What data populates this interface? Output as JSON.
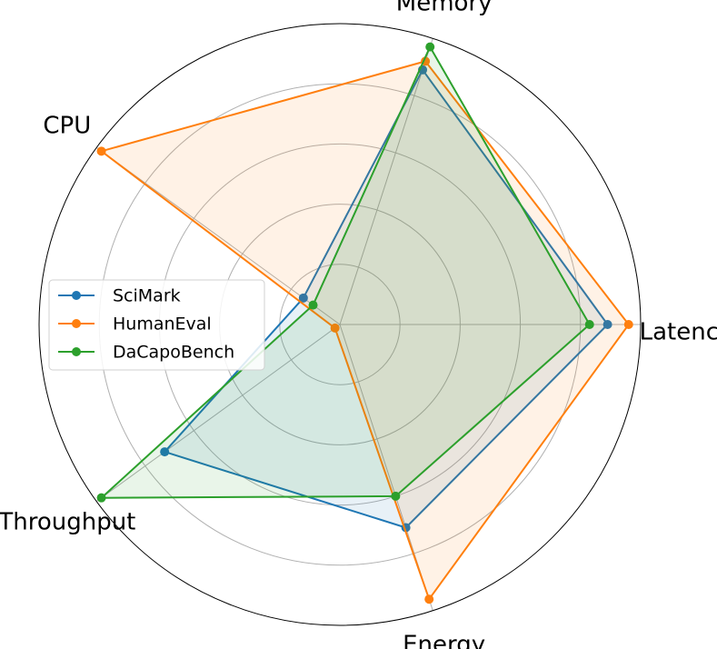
{
  "chart_data": {
    "type": "radar",
    "axes": [
      "Latency",
      "Memory",
      "CPU",
      "Throughput",
      "Energy"
    ],
    "rlim": [
      0,
      1
    ],
    "ticks": [
      0.2,
      0.4,
      0.6,
      0.8,
      1.0
    ],
    "grid": true,
    "legend_position": "center-left",
    "series": [
      {
        "name": "SciMark",
        "values": [
          0.89,
          0.89,
          0.15,
          0.72,
          0.71
        ],
        "color": "#1f77b4"
      },
      {
        "name": "HumanEval",
        "values": [
          0.96,
          0.92,
          0.98,
          0.02,
          0.96
        ],
        "color": "#ff7f0e"
      },
      {
        "name": "DaCapoBench",
        "values": [
          0.83,
          0.97,
          0.11,
          0.98,
          0.6
        ],
        "color": "#2ca02c"
      }
    ]
  }
}
